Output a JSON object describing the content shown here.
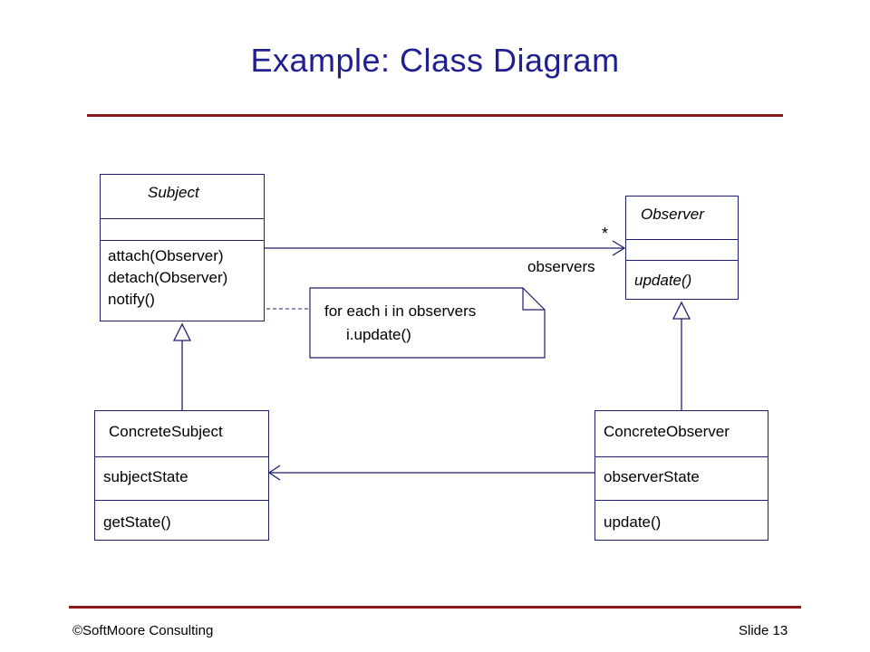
{
  "slide": {
    "title": "Example: Class Diagram",
    "footer_left": "©SoftMoore Consulting",
    "footer_right": "Slide 13"
  },
  "colors": {
    "title": "#1f1f8f",
    "rule": "#8b1a1a",
    "line": "#1f1f6f"
  },
  "diagram": {
    "subject": {
      "name": "Subject",
      "methods": [
        "attach(Observer)",
        "detach(Observer)",
        "notify()"
      ]
    },
    "observer": {
      "name": "Observer",
      "methods": [
        "update()"
      ]
    },
    "concrete_subject": {
      "name": "ConcreteSubject",
      "attribute": "subjectState",
      "method": "getState()"
    },
    "concrete_observer": {
      "name": "ConcreteObserver",
      "attribute": "observerState",
      "method": "update()"
    },
    "association": {
      "multiplicity": "*",
      "role": "observers"
    },
    "note": {
      "line1": "for each i in observers",
      "line2": "i.update()"
    }
  }
}
